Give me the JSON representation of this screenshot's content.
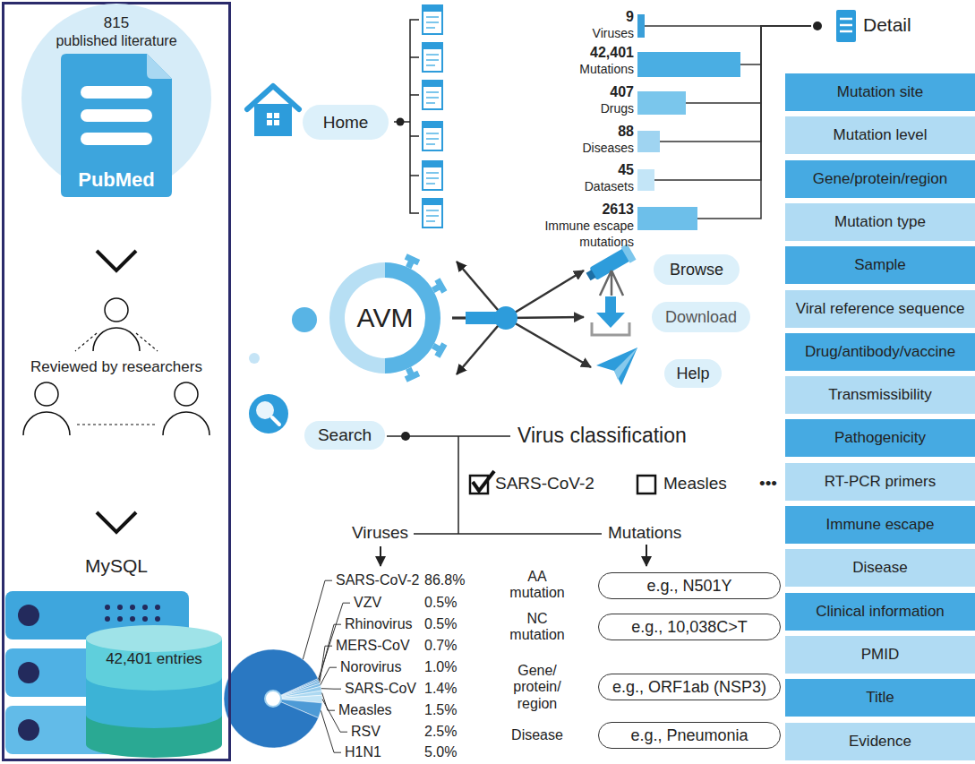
{
  "diagram": {
    "nodes": [
      {
        "text": [
          "Reviewed by researchers",
          "MySQL"
        ]
      },
      {
        "text": [
          "815",
          "published literature"
        ],
        "in": 0
      },
      {
        "text": [
          "PubMed"
        ],
        "in": 1
      },
      {
        "text": [
          "42,401 entries"
        ],
        "in": 0
      },
      {
        "text": [
          "Home"
        ]
      },
      {
        "text": [
          "9",
          "Viruses"
        ]
      },
      {
        "text": [
          "42,401",
          "Mutations"
        ]
      },
      {
        "text": [
          "407",
          "Drugs"
        ]
      },
      {
        "text": [
          "88",
          "Diseases"
        ]
      },
      {
        "text": [
          "45",
          "Datasets"
        ]
      },
      {
        "text": [
          "2613",
          "Immune escape mutations"
        ]
      },
      {
        "text": [
          "Detail"
        ]
      },
      {
        "text": [
          "Mutation site"
        ]
      },
      {
        "text": [
          "Mutation level"
        ]
      },
      {
        "text": [
          "Gene/protein/region"
        ]
      },
      {
        "text": [
          "Mutation type"
        ]
      },
      {
        "text": [
          "Sample"
        ]
      },
      {
        "text": [
          "Viral reference sequence"
        ]
      },
      {
        "text": [
          "Drug/antibody/vaccine"
        ]
      },
      {
        "text": [
          "Transmissibility"
        ]
      },
      {
        "text": [
          "Pathogenicity"
        ]
      },
      {
        "text": [
          "RT-PCR primers"
        ]
      },
      {
        "text": [
          "Immune escape"
        ]
      },
      {
        "text": [
          "Disease"
        ]
      },
      {
        "text": [
          "Clinical information"
        ]
      },
      {
        "text": [
          "PMID"
        ]
      },
      {
        "text": [
          "Title"
        ]
      },
      {
        "text": [
          "Evidence"
        ]
      },
      {
        "text": [
          "AVM"
        ]
      },
      {
        "text": [
          "Browse"
        ]
      },
      {
        "text": [
          "Download"
        ]
      },
      {
        "text": [
          "Help"
        ]
      },
      {
        "text": [
          "Search"
        ]
      },
      {
        "text": [
          "e.g., N501Y"
        ]
      },
      {
        "text": [
          "e.g., 10,038C>T"
        ]
      },
      {
        "text": [
          "e.g., ORF1ab (NSP3)"
        ]
      },
      {
        "text": [
          "e.g., Pneumonia"
        ]
      }
    ],
    "edges": [
      {
        "from": 5,
        "to": 11,
        "arrow": "none"
      },
      {
        "from": 6,
        "to": 11,
        "arrow": "none"
      },
      {
        "from": 7,
        "to": 11,
        "arrow": "none"
      },
      {
        "from": 8,
        "to": 11,
        "arrow": "none"
      },
      {
        "from": 9,
        "to": 11,
        "arrow": "none"
      },
      {
        "from": 10,
        "to": 11,
        "arrow": "none"
      },
      {
        "from": 28,
        "to": 29,
        "arrow": "to"
      },
      {
        "from": 28,
        "to": 30,
        "arrow": "to"
      },
      {
        "from": 28,
        "to": 31,
        "arrow": "to"
      }
    ],
    "labels": [
      "Virus classification",
      "SARS-CoV-2",
      "Measles",
      "•••",
      "Viruses",
      "Mutations",
      "SARS-CoV-2",
      "86.8%",
      "VZV",
      "0.5%",
      "Rhinovirus",
      "0.5%",
      "MERS-CoV",
      "0.7%",
      "Norovirus",
      "1.0%",
      "SARS-CoV",
      "1.4%",
      "Measles",
      "1.5%",
      "RSV",
      "2.5%",
      "H1N1",
      "5.0%",
      "AA mutation",
      "NC mutation",
      "Gene/ protein/ region",
      "Disease"
    ]
  }
}
